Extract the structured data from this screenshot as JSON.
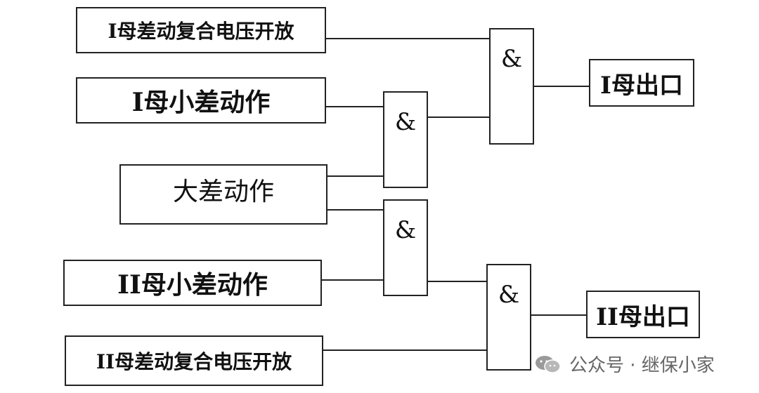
{
  "inputs": {
    "i_bus_voltage_open": "I母差动复合电压开放",
    "i_bus_small_diff": "I母小差动作",
    "large_diff": "大差动作",
    "ii_bus_small_diff": "II母小差动作",
    "ii_bus_voltage_open": "II母差动复合电压开放"
  },
  "gates": {
    "and_symbol": "&"
  },
  "outputs": {
    "i_bus_exit": "I母出口",
    "ii_bus_exit": "II母出口"
  },
  "watermark": {
    "text": "公众号 · 继保小家",
    "icon": "wechat-icon"
  }
}
